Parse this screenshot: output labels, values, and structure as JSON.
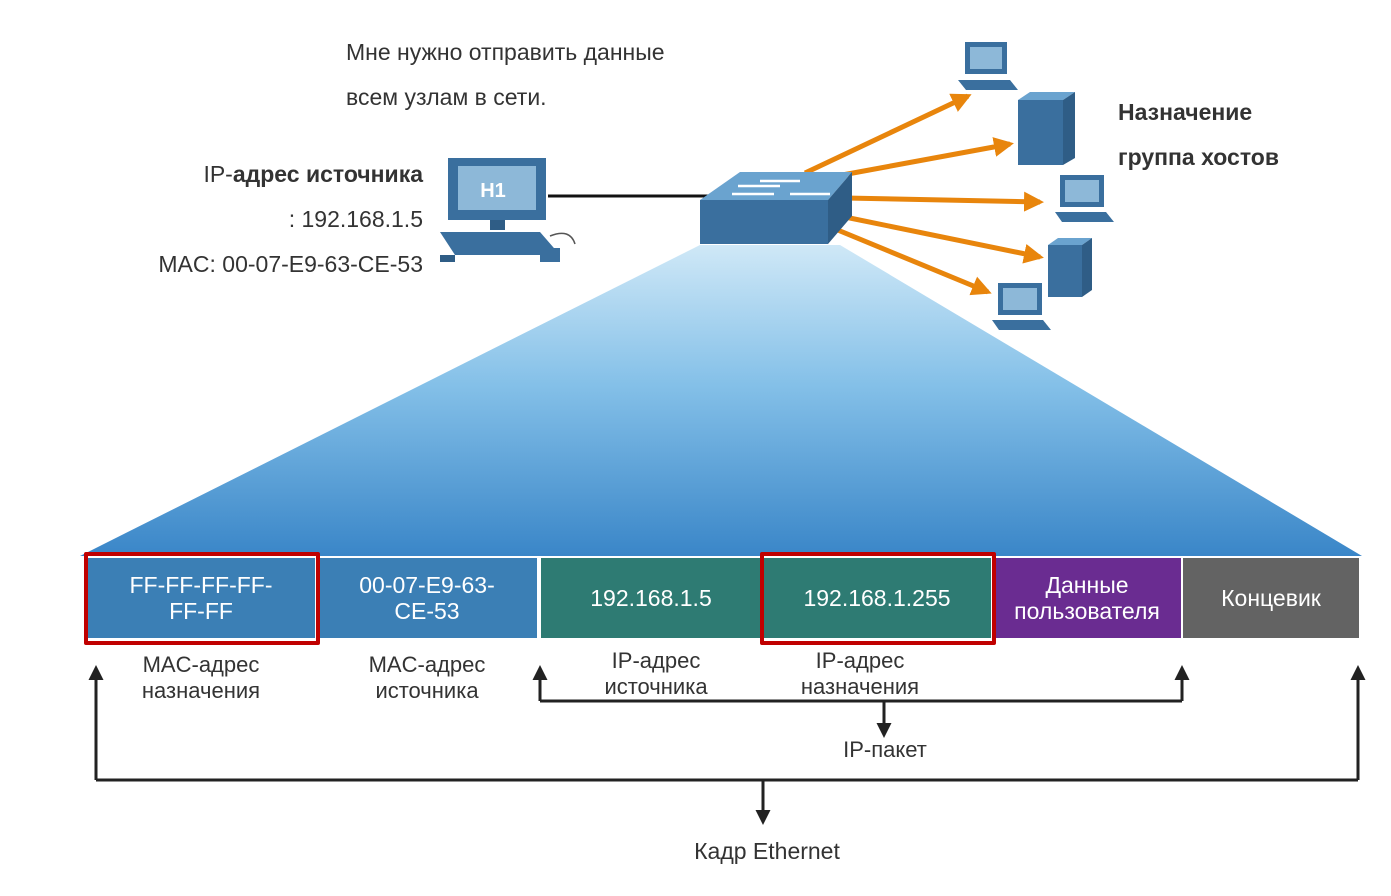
{
  "speech": {
    "line1": "Мне нужно отправить данные",
    "line2": "всем узлам в сети."
  },
  "source": {
    "host_label": "H1",
    "ip_label_prefix": "IP-",
    "ip_label_bold": "адрес источника",
    "ip_value": ": 192.168.1.5",
    "mac_line": "MAC: 00-07-E9-63-CE-53"
  },
  "destination": {
    "line1": "Назначение",
    "line2": "группа хостов"
  },
  "frame": {
    "fields": [
      {
        "lines": [
          "FF-FF-FF-FF-",
          "FF-FF"
        ],
        "color": "#3b7fb5",
        "highlighted": true
      },
      {
        "lines": [
          "00-07-E9-63-",
          "CE-53"
        ],
        "color": "#3b7fb5",
        "highlighted": false
      },
      {
        "lines": [
          "192.168.1.5"
        ],
        "color": "#2e7b73",
        "highlighted": false
      },
      {
        "lines": [
          "192.168.1.255"
        ],
        "color": "#2e7b73",
        "highlighted": true
      },
      {
        "lines": [
          "Данные",
          "пользователя"
        ],
        "color": "#6a2c91",
        "highlighted": false
      },
      {
        "lines": [
          "Концевик"
        ],
        "color": "#636363",
        "highlighted": false
      }
    ],
    "labels": [
      {
        "line1": "MAC-адрес",
        "line2": "назначения"
      },
      {
        "line1": "MAC-адрес",
        "line2": "источника"
      },
      {
        "line1": "IP-адрес",
        "line2": "источника"
      },
      {
        "line1": "IP-адрес",
        "line2": "назначения"
      }
    ],
    "ip_packet_label": "IP-пакет",
    "ethernet_frame_label": "Кадр Ethernet"
  },
  "colors": {
    "arrow_orange": "#e8850c",
    "highlight_red": "#c00000",
    "device_blue": "#3a6f9e",
    "beam_top": "#b8dcf2",
    "beam_bottom": "#3a86c8"
  }
}
